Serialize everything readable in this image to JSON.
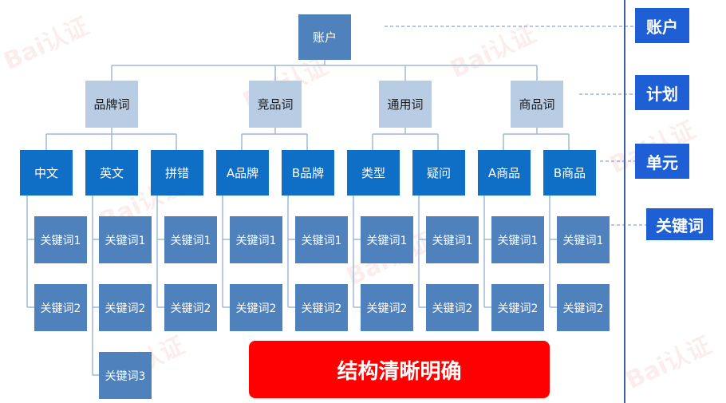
{
  "root": "账户",
  "level2": [
    "品牌词",
    "竞品词",
    "通用词",
    "商品词"
  ],
  "level3": [
    "中文",
    "英文",
    "拼错",
    "A品牌",
    "B品牌",
    "类型",
    "疑问",
    "A商品",
    "B商品"
  ],
  "keywords": {
    "row1": [
      "关键词1",
      "关键词1",
      "关键词1",
      "关键词1",
      "关键词1",
      "关键词1",
      "关键词1",
      "关键词1",
      "关键词1"
    ],
    "row2": [
      "关键词2",
      "关键词2",
      "关键词2",
      "关键词2",
      "关键词2",
      "关键词2",
      "关键词2",
      "关键词2",
      "关键词2"
    ],
    "extra": "关键词3"
  },
  "level_labels": [
    "账户",
    "计划",
    "单元",
    "关键词"
  ],
  "banner": "结构清晰明确",
  "watermark": "Bai认证",
  "colors": {
    "root": "#4f81bd",
    "level2": "#b8cce4",
    "level3": "#0f6fc6",
    "keyword": "#4f81bd",
    "label": "#1f5fd6",
    "banner": "#ff0000"
  }
}
